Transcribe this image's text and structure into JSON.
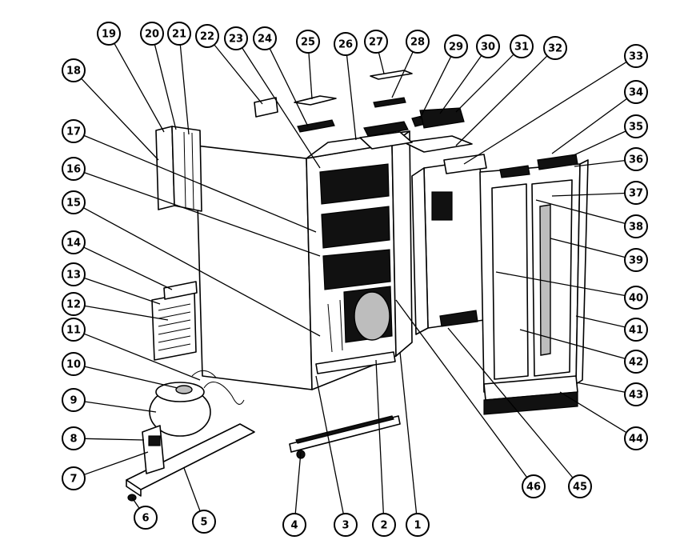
{
  "diagram": {
    "colors": {
      "ink": "#000000",
      "paper": "#ffffff",
      "shade": "#bdbdbd"
    },
    "callouts": [
      {
        "label": "1"
      },
      {
        "label": "2"
      },
      {
        "label": "3"
      },
      {
        "label": "4"
      },
      {
        "label": "5"
      },
      {
        "label": "6"
      },
      {
        "label": "7"
      },
      {
        "label": "8"
      },
      {
        "label": "9"
      },
      {
        "label": "10"
      },
      {
        "label": "11"
      },
      {
        "label": "12"
      },
      {
        "label": "13"
      },
      {
        "label": "14"
      },
      {
        "label": "15"
      },
      {
        "label": "16"
      },
      {
        "label": "17"
      },
      {
        "label": "18"
      },
      {
        "label": "19"
      },
      {
        "label": "20"
      },
      {
        "label": "21"
      },
      {
        "label": "22"
      },
      {
        "label": "23"
      },
      {
        "label": "24"
      },
      {
        "label": "25"
      },
      {
        "label": "26"
      },
      {
        "label": "27"
      },
      {
        "label": "28"
      },
      {
        "label": "29"
      },
      {
        "label": "30"
      },
      {
        "label": "31"
      },
      {
        "label": "32"
      },
      {
        "label": "33"
      },
      {
        "label": "34"
      },
      {
        "label": "35"
      },
      {
        "label": "36"
      },
      {
        "label": "37"
      },
      {
        "label": "38"
      },
      {
        "label": "39"
      },
      {
        "label": "40"
      },
      {
        "label": "41"
      },
      {
        "label": "42"
      },
      {
        "label": "43"
      },
      {
        "label": "44"
      },
      {
        "label": "45"
      },
      {
        "label": "46"
      }
    ]
  }
}
